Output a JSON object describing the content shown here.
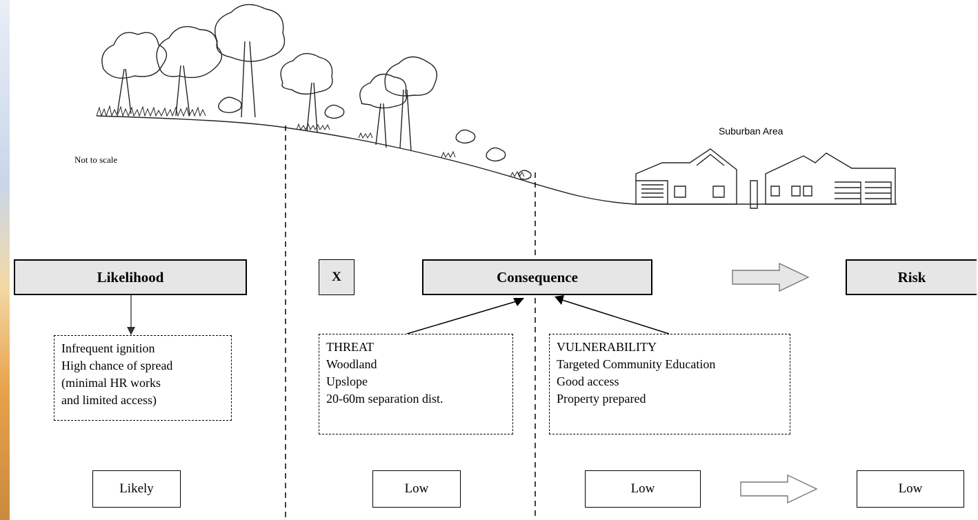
{
  "diagram": {
    "scale_note": "Not to scale",
    "area_label": "Suburban Area",
    "operator": "X",
    "headers": {
      "likelihood": "Likelihood",
      "consequence": "Consequence",
      "risk": "Risk"
    },
    "likelihood_notes": [
      "Infrequent ignition",
      "High chance of spread",
      "(minimal HR works",
      "and limited access)"
    ],
    "threat": {
      "title": "THREAT",
      "lines": [
        "Woodland",
        "Upslope",
        "20-60m separation dist."
      ]
    },
    "vulnerability": {
      "title": "VULNERABILITY",
      "lines": [
        "Targeted Community Education",
        "Good access",
        "Property prepared"
      ]
    },
    "ratings": {
      "likelihood": "Likely",
      "threat": "Low",
      "vulnerability": "Low",
      "risk": "Low"
    }
  },
  "colors": {
    "header_fill": "#e6e6e6",
    "line": "#000000"
  }
}
